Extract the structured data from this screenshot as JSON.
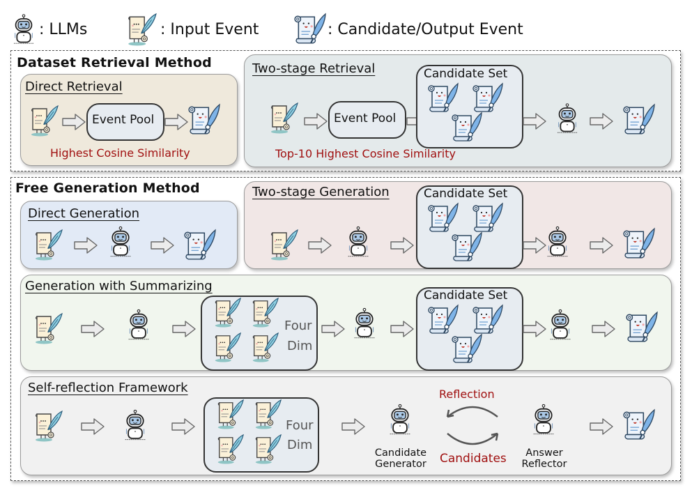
{
  "legend": {
    "llm_label": ": LLMs",
    "input_label": ": Input Event",
    "output_label": ": Candidate/Output Event"
  },
  "retrieval": {
    "title": "Dataset Retrieval Method",
    "direct": {
      "title": "Direct Retrieval",
      "pool_label": "Event Pool",
      "caption": "Highest Cosine Similarity"
    },
    "two_stage": {
      "title": "Two-stage Retrieval",
      "pool_label": "Event Pool",
      "candidate_set_label": "Candidate Set",
      "caption": "Top-10 Highest Cosine Similarity"
    }
  },
  "generation": {
    "title": "Free Generation Method",
    "direct": {
      "title": "Direct Generation"
    },
    "two_stage": {
      "title": "Two-stage Generation",
      "candidate_set_label": "Candidate Set"
    },
    "summarizing": {
      "title": "Generation with Summarizing",
      "dim_label_1": "Four",
      "dim_label_2": "Dim",
      "candidate_set_label": "Candidate Set"
    },
    "self_reflection": {
      "title": "Self-reflection Framework",
      "dim_label_1": "Four",
      "dim_label_2": "Dim",
      "generator_label_1": "Candidate",
      "generator_label_2": "Generator",
      "reflector_label_1": "Answer",
      "reflector_label_2": "Reflector",
      "reflection_label": "Reflection",
      "candidates_label": "Candidates"
    }
  },
  "colors": {
    "direct_retrieval_bg": "#efe9dc",
    "two_stage_retrieval_bg": "#e4eaeb",
    "direct_generation_bg": "#e2eaf6",
    "two_stage_generation_bg": "#f1e7e6",
    "summarizing_bg": "#f1f6ee",
    "self_reflection_bg": "#f1f1f1",
    "accent_red": "#a01010"
  }
}
